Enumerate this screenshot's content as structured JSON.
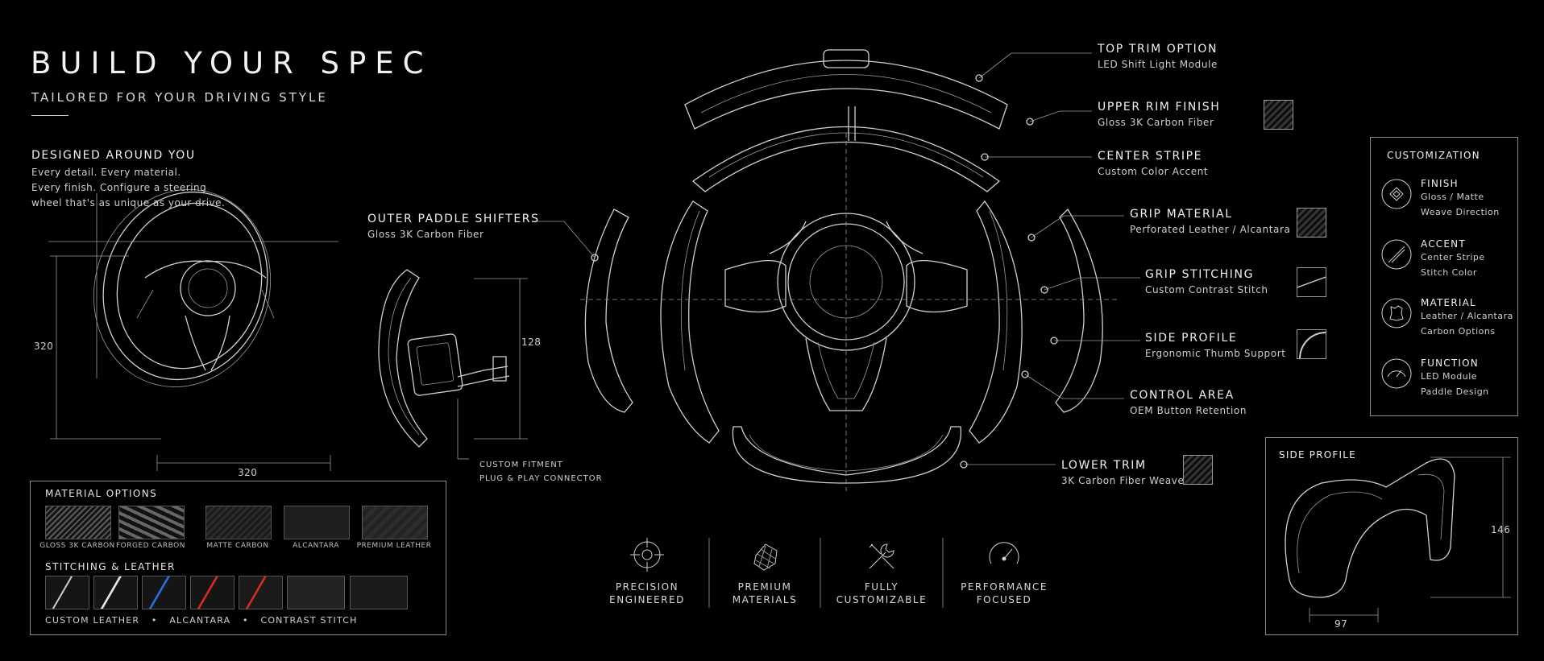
{
  "header": {
    "title": "BUILD YOUR SPEC",
    "subtitle": "TAILORED FOR YOUR DRIVING STYLE"
  },
  "intro": {
    "heading": "DESIGNED AROUND YOU",
    "lines": [
      "Every detail. Every material.",
      "Every finish. Configure a steering",
      "wheel that's as unique as your drive."
    ]
  },
  "dimensions": {
    "height": "320",
    "width": "320",
    "paddle_height": "128",
    "profile_height": "146",
    "profile_width": "97"
  },
  "paddle": {
    "title": "OUTER PADDLE SHIFTERS",
    "sub": "Gloss 3K Carbon Fiber",
    "fitment_1": "CUSTOM FITMENT",
    "fitment_2": "PLUG & PLAY CONNECTOR"
  },
  "callouts": {
    "top_trim": {
      "title": "TOP TRIM OPTION",
      "sub": "LED Shift Light Module"
    },
    "upper_rim": {
      "title": "UPPER RIM FINISH",
      "sub": "Gloss 3K Carbon Fiber"
    },
    "center_stripe": {
      "title": "CENTER STRIPE",
      "sub": "Custom Color Accent"
    },
    "grip_material": {
      "title": "GRIP MATERIAL",
      "sub": "Perforated Leather / Alcantara"
    },
    "grip_stitching": {
      "title": "GRIP STITCHING",
      "sub": "Custom Contrast Stitch"
    },
    "side_profile": {
      "title": "SIDE PROFILE",
      "sub": "Ergonomic Thumb Support"
    },
    "control_area": {
      "title": "CONTROL AREA",
      "sub": "OEM Button Retention"
    },
    "lower_trim": {
      "title": "LOWER TRIM",
      "sub": "3K Carbon Fiber Weave"
    }
  },
  "customization": {
    "title": "CUSTOMIZATION",
    "items": [
      {
        "icon": "finish-icon",
        "title": "FINISH",
        "l1": "Gloss / Matte",
        "l2": "Weave Direction"
      },
      {
        "icon": "accent-icon",
        "title": "ACCENT",
        "l1": "Center Stripe",
        "l2": "Stitch Color"
      },
      {
        "icon": "material-icon",
        "title": "MATERIAL",
        "l1": "Leather / Alcantara",
        "l2": "Carbon Options"
      },
      {
        "icon": "function-icon",
        "title": "FUNCTION",
        "l1": "LED Module",
        "l2": "Paddle Design"
      }
    ]
  },
  "side_profile_box": {
    "title": "SIDE PROFILE"
  },
  "materials": {
    "title": "MATERIAL OPTIONS",
    "options": [
      "GLOSS 3K CARBON",
      "FORGED CARBON",
      "MATTE CARBON",
      "ALCANTARA",
      "PREMIUM LEATHER"
    ],
    "stitch_title": "STITCHING & LEATHER",
    "footer": [
      "CUSTOM LEATHER",
      "•",
      "ALCANTARA",
      "•",
      "CONTRAST STITCH"
    ]
  },
  "features": [
    {
      "icon": "crosshair-icon",
      "l1": "PRECISION",
      "l2": "ENGINEERED"
    },
    {
      "icon": "carbon-weave-icon",
      "l1": "PREMIUM",
      "l2": "MATERIALS"
    },
    {
      "icon": "tools-icon",
      "l1": "FULLY",
      "l2": "CUSTOMIZABLE"
    },
    {
      "icon": "gauge-icon",
      "l1": "PERFORMANCE",
      "l2": "FOCUSED"
    }
  ],
  "colors": {
    "background": "#000000",
    "line": "#cfcfcf",
    "stitch_blue": "#2a6fd6",
    "stitch_red": "#d62a2a"
  }
}
